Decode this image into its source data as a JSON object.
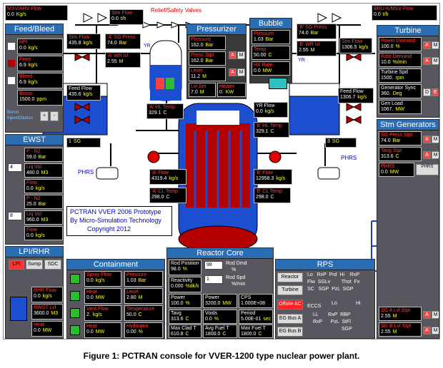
{
  "caption": "Figure 1: PCTRAN console for VVER-1200 type nuclear power plant.",
  "colors": {
    "panel": "#58575f",
    "header": "#2b6db3",
    "water": "#1c4fd0",
    "steam": "#ffffff",
    "alarm": "#ff4040",
    "pipe": "#000000"
  },
  "top": {
    "msv_arv": {
      "label": "MSV/ARV Flow",
      "value": "0.0",
      "unit": "Kg/s"
    },
    "stm_flow": {
      "label": "Stm Flow",
      "value": "0.0",
      "unit": "t/h"
    },
    "relief": {
      "label": "Relief/Safety Valves"
    },
    "bru": {
      "label": "BRU-K/MSV Flow",
      "value": "0.0",
      "unit": "t/h"
    }
  },
  "feed_bleed": {
    "title": "Feed/Bleed",
    "hpi": {
      "label": "HPI",
      "value": "0.0",
      "unit": "kg/s"
    },
    "feed": {
      "label": "Feed",
      "value": "6.9",
      "unit": "kg/s"
    },
    "bleed": {
      "label": "Bleed",
      "value": "6.9",
      "unit": "kg/s"
    },
    "boron": {
      "label": "Boron",
      "value": "1500.0",
      "unit": "ppm"
    },
    "boron_dilution": "Boron Inject/Dilution",
    "controls": [
      "+",
      "-"
    ]
  },
  "ewst": {
    "title": "EWST",
    "p_n2_1": {
      "label": "P - N2",
      "value": "59.0",
      "unit": "Bar"
    },
    "liq_vol_1": {
      "label": "Liq Vol",
      "value": "480.0",
      "unit": "M3"
    },
    "flow_1": {
      "label": "Flow",
      "value": "0.0",
      "unit": "kg/s"
    },
    "p_n2_2": {
      "label": "P - N2",
      "value": "25.0",
      "unit": "Bar"
    },
    "liq_vol_2": {
      "label": "Liq Vol",
      "value": "960.0",
      "unit": "M3"
    },
    "flow_2": {
      "label": "Flow",
      "value": "0.0",
      "unit": "kg/s"
    },
    "select_1": "4",
    "select_2": "8"
  },
  "lpi_rhr": {
    "title": "LPI/RHR",
    "tabs": [
      "LPI",
      "Sump",
      "SDC"
    ],
    "rhr_flow": {
      "label": "RHR Flow",
      "value": "0.0",
      "unit": "kg/s"
    },
    "rwst_lvl": {
      "label": "RWST Lvl",
      "value": "3600.0",
      "unit": "M3"
    },
    "heat": {
      "label": "Heat",
      "value": "0.0",
      "unit": "MW"
    }
  },
  "left_sg": {
    "stm_flow": {
      "label": "Stm Flow",
      "value": "435.8",
      "unit": "kg/s"
    },
    "a_sg_press": {
      "label": "'A' SG Press",
      "value": "74.0",
      "unit": "Bar"
    },
    "a_wr_lvl": {
      "label": "'A' WR lvl",
      "value": "2.55",
      "unit": "M"
    },
    "feed_flow": {
      "label": "Feed Flow",
      "value": "435.6",
      "unit": "kg/s"
    },
    "sg_number": "1",
    "sg_label": "SG"
  },
  "pressurizer": {
    "title": "Pressurizer",
    "pressure": {
      "label": "Pressure",
      "value": "162.0",
      "unit": "Bar"
    },
    "press_stpt": {
      "label": "Press Stpt",
      "value": "162.0",
      "unit": "Bar"
    },
    "level": {
      "label": "Level",
      "value": "11.2",
      "unit": "M"
    },
    "lvl_set": {
      "label": "Lvl Set",
      "value": "7.0",
      "unit": "M"
    },
    "heater": {
      "label": "Heater",
      "value": "0.",
      "unit": "KW"
    },
    "yr_label": "YR"
  },
  "bubble_cdnsr": {
    "title": "Bubble Cdnsr",
    "pressure": {
      "label": "Pressure",
      "value": "1.03",
      "unit": "Bar"
    },
    "temp": {
      "label": "Temp",
      "value": "50.00",
      "unit": "C"
    },
    "hx_rate": {
      "label": "HX Rate",
      "value": "0.0",
      "unit": "MW"
    }
  },
  "loops": {
    "a_hl_temp": {
      "label": "'A' HL Temp",
      "value": "329.1",
      "unit": "C"
    },
    "a_flow": {
      "label": "'A' Flow",
      "value": "4319.4",
      "unit": "kg/s"
    },
    "a_cl_temp": {
      "label": "'A' CL Temp",
      "value": "298.0",
      "unit": "C"
    },
    "yr_flow": {
      "label": "YR Flow",
      "value": "0.0",
      "unit": "kg/s"
    },
    "b_hl_temp": {
      "label": "'B' HL Temp",
      "value": "329.1",
      "unit": "C"
    },
    "b_flow": {
      "label": "'B' Flow",
      "value": "12958.3",
      "unit": "kg/s"
    },
    "b_cl_temp": {
      "label": "'B' CL Temp",
      "value": "298.0",
      "unit": "C"
    },
    "phrs_left": "PHRS",
    "phrs_right": "PHRS"
  },
  "right_sg": {
    "b_sg_press": {
      "label": "'B' SG Press",
      "value": "74.0",
      "unit": "Bar"
    },
    "b_wr_lvl": {
      "label": "'B' WR lvl",
      "value": "2.55",
      "unit": "M"
    },
    "stm_flow": {
      "label": "Stm Flow",
      "value": "1306.5",
      "unit": "kg/s"
    },
    "feed_flow": {
      "label": "Feed Flow",
      "value": "1306.7",
      "unit": "kg/s"
    },
    "sg_number": "3",
    "sg_label": "SG",
    "yr_label": "YR"
  },
  "prototype": {
    "line1": "PCTRAN VVER 2006 Prototype",
    "line2": "By Micro-Simulation Technology",
    "line3": "Copyright 2012"
  },
  "turbine": {
    "title": "Turbine",
    "power_demand": {
      "label": "Power Demand",
      "value": "100.0",
      "unit": "%"
    },
    "rate_demand": {
      "label": "Rate Demand",
      "value": "10.0",
      "unit": "%/min"
    },
    "turbine_spd": {
      "label": "Turbine Spd",
      "value": "1500.",
      "unit": "rpm"
    },
    "generator_sync": {
      "label": "Generator Sync",
      "value": "360.",
      "unit": "Deg"
    },
    "gen_load": {
      "label": "Gen Load",
      "value": "1067.",
      "unit": "MW"
    }
  },
  "stm_generators": {
    "title": "Stm Generators",
    "sg_press_stpt": {
      "label": "SG Press Stpt",
      "value": "74.0",
      "unit": "Bar"
    },
    "tavg_stpt": {
      "label": "Tavg Stpt",
      "value": "313.6",
      "unit": "C"
    },
    "phrs": {
      "label": "PHRS",
      "value": "0.0",
      "unit": "MW"
    },
    "phrs_check": "PHRS",
    "sg_a_lvl": {
      "label": "SG A Lvl Stpt",
      "value": "2.55",
      "unit": "M"
    },
    "sg_b_lvl": {
      "label": "SG B Lvl Stpt",
      "value": "2.55",
      "unit": "M"
    }
  },
  "containment": {
    "title": "Containment",
    "spray_flow": {
      "label": "Spray Flow",
      "value": "0.0",
      "unit": "kg/s"
    },
    "pressure": {
      "label": "Pressure",
      "value": "1.03",
      "unit": "Bar"
    },
    "heat": {
      "label": "Heat",
      "value": "0.0",
      "unit": "MW"
    },
    "level": {
      "label": "Level",
      "value": "2.80",
      "unit": "M"
    },
    "vent_flow": {
      "label": "Vent Flow",
      "value": "2.",
      "unit": "kg/s"
    },
    "temperature": {
      "label": "Temperature",
      "value": "50.0",
      "unit": "C"
    },
    "heat2": {
      "label": "Heat",
      "value": "0.0",
      "unit": "MW"
    },
    "hydrogen": {
      "label": "Hydrogen",
      "value": "0.00",
      "unit": "%"
    }
  },
  "reactor_core": {
    "title": "Reactor Core",
    "rod_position": {
      "label": "Rod Position",
      "value": "98.0",
      "unit": "%"
    },
    "reactivity": {
      "label": "Reactivity",
      "value": "0.000",
      "unit": "%dk/k"
    },
    "rod_dmd": {
      "label": "Rod Dmd",
      "value": "98",
      "unit": "%"
    },
    "rod_spd": {
      "label": "Rod Spd",
      "value": "1",
      "unit": "%/min"
    },
    "power": {
      "label": "Power",
      "value": "100.0",
      "unit": "%"
    },
    "power_mw": {
      "label": "Power",
      "value": "3200.0",
      "unit": "MW"
    },
    "cps": {
      "label": "CPS",
      "value": "1.000E+08",
      "unit": ""
    },
    "tavg": {
      "label": "Tavg",
      "value": "313.6",
      "unit": "C"
    },
    "voids": {
      "label": "Voids",
      "value": "0.0",
      "unit": "%"
    },
    "period": {
      "label": "Period",
      "value": "5.00E-01",
      "unit": "sec"
    },
    "max_clad_t": {
      "label": "Max Clad T",
      "value": "610.8",
      "unit": "C"
    },
    "avg_fuel_t": {
      "label": "Avg Fuel T",
      "value": "1800.0",
      "unit": "C"
    },
    "max_fuel_t": {
      "label": "Max Fuel T",
      "value": "1800.0",
      "unit": "C"
    }
  },
  "rps": {
    "title": "RPS",
    "buttons": [
      "Reactor",
      "Turbine",
      "Offsite AC",
      "EG Bus A",
      "EG Bus B"
    ],
    "row1": "Lo   RxP  Prd  Hi    RxP",
    "row2": "Flw  SGLv        Thot  Fx",
    "row3": "SC   SGP  PzL  SGP",
    "eccs": "ECCS",
    "eccs_lo": "Lo",
    "eccs_hi": "Hi",
    "eccs_row1": "LL       RxP  RBP",
    "eccs_row2": "RxP      PzL  StFl",
    "eccs_row3": "SGP"
  }
}
